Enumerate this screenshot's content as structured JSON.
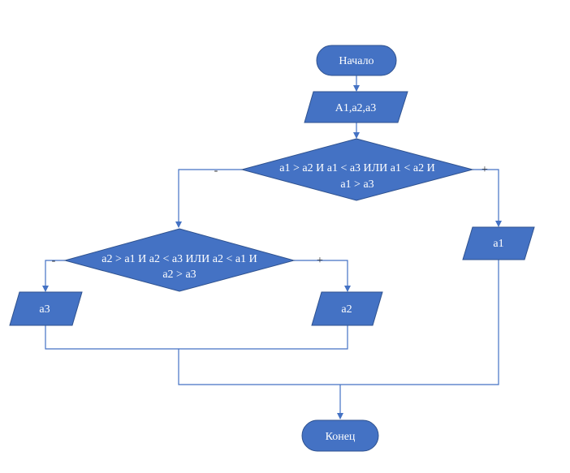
{
  "diagram": {
    "start_label": "Начало",
    "input_label": "A1,a2,a3",
    "decision1": {
      "line1": "a1 > a2 И a1 < a3 ИЛИ a1 < a2 И",
      "line2": "a1 > a3",
      "no": "-",
      "yes": "+"
    },
    "decision2": {
      "line1": "a2 > a1 И a2 < a3 ИЛИ a2 < a1 И",
      "line2": "a2 > a3",
      "no": "-",
      "yes": "+"
    },
    "output_a1": "a1",
    "output_a2": "a2",
    "output_a3": "a3",
    "end_label": "Конец",
    "colors": {
      "shape_fill": "#4472c4",
      "shape_stroke": "#2f528f",
      "text": "#ffffff"
    }
  }
}
